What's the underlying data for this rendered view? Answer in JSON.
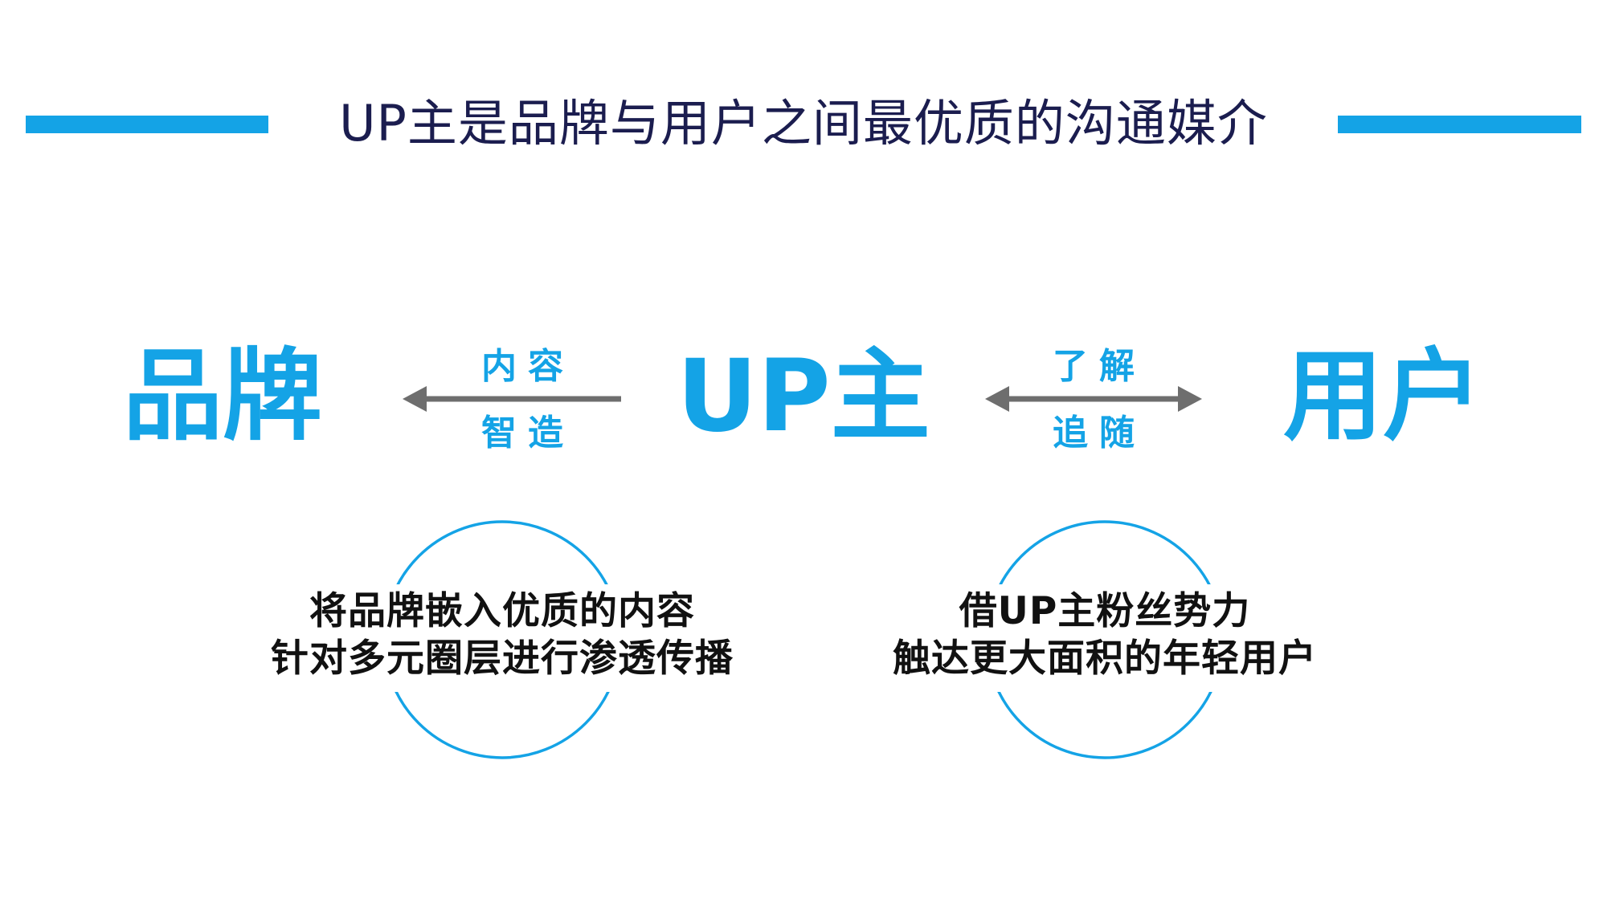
{
  "title": "UP主是品牌与用户之间最优质的沟通媒介",
  "diagram": {
    "brand": "品牌",
    "up": "UP主",
    "user": "用户",
    "left_arrow": {
      "top": "内容",
      "bottom": "智造",
      "direction": "toward-brand"
    },
    "right_arrow": {
      "top": "了解",
      "bottom": "追随",
      "direction": "bidirectional"
    },
    "left_circle": {
      "line1": "将品牌嵌入优质的内容",
      "line2": "针对多元圈层进行渗透传播"
    },
    "right_circle": {
      "line1": "借UP主粉丝势力",
      "line2": "触达更大面积的年轻用户"
    }
  },
  "colors": {
    "accent": "#14a3e6",
    "title": "#1b1d4f",
    "arrow": "#6e6e6e",
    "body_text": "#111111"
  }
}
